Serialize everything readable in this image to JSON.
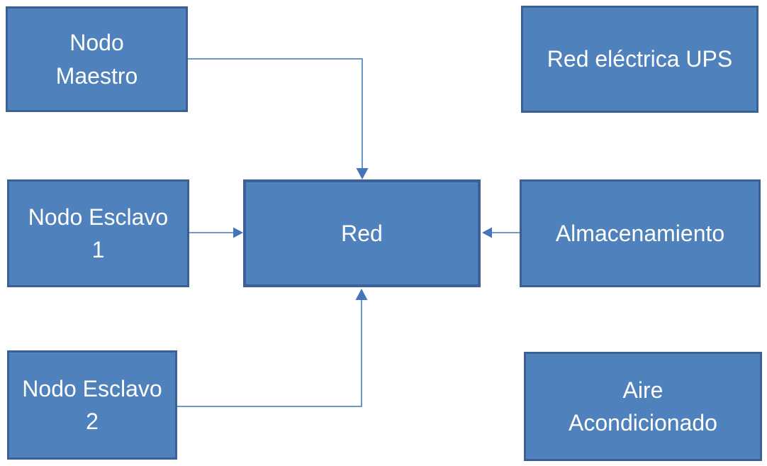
{
  "diagram": {
    "background": "#ffffff",
    "colors": {
      "node_fill": "#4f81bd",
      "node_border": "#3a6096",
      "node_text": "#ffffff",
      "connector_line": "#5b8ac2",
      "arrowhead": "#4576b9"
    },
    "nodes": [
      {
        "id": "nodo-maestro",
        "label": "Nodo\nMaestro"
      },
      {
        "id": "red-electrica-ups",
        "label": "Red eléctrica UPS"
      },
      {
        "id": "nodo-esclavo-1",
        "label": "Nodo Esclavo\n1"
      },
      {
        "id": "red",
        "label": "Red"
      },
      {
        "id": "almacenamiento",
        "label": "Almacenamiento"
      },
      {
        "id": "nodo-esclavo-2",
        "label": "Nodo Esclavo\n2"
      },
      {
        "id": "aire-acondicionado",
        "label": "Aire\nAcondicionado"
      }
    ],
    "edges": [
      {
        "from": "nodo-maestro",
        "to": "red",
        "route": "right-then-down",
        "arrow": "down"
      },
      {
        "from": "nodo-esclavo-1",
        "to": "red",
        "route": "straight-right",
        "arrow": "right"
      },
      {
        "from": "nodo-esclavo-2",
        "to": "red",
        "route": "right-then-up",
        "arrow": "up"
      },
      {
        "from": "almacenamiento",
        "to": "red",
        "route": "straight-left",
        "arrow": "left"
      }
    ]
  }
}
